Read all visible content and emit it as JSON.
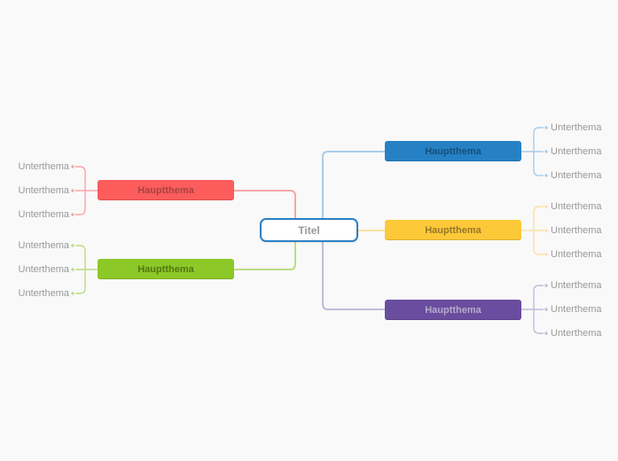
{
  "canvas": {
    "background_color": "#f9f9f9"
  },
  "root": {
    "label": "Titel",
    "border_color": "#2b7fc3",
    "fill_color": "#ffffff",
    "text_color": "#999999"
  },
  "subtopic_text_color": "#999999",
  "branches": [
    {
      "id": "red",
      "label": "Hauptthema",
      "side": "left",
      "color": "#fc5c5c",
      "text_color": "#a64444",
      "line_color": "#f7a6a8",
      "subtopics": [
        "Unterthema",
        "Unterthema",
        "Unterthema"
      ]
    },
    {
      "id": "green",
      "label": "Hauptthema",
      "side": "left",
      "color": "#8cc827",
      "text_color": "#527713",
      "line_color": "#bcdc85",
      "subtopics": [
        "Unterthema",
        "Unterthema",
        "Unterthema"
      ]
    },
    {
      "id": "blue",
      "label": "Hauptthema",
      "side": "right",
      "color": "#2581c4",
      "text_color": "#17507c",
      "line_color": "#a9cce9",
      "subtopics": [
        "Unterthema",
        "Unterthema",
        "Unterthema"
      ]
    },
    {
      "id": "yellow",
      "label": "Hauptthema",
      "side": "right",
      "color": "#fdc938",
      "text_color": "#96782a",
      "line_color": "#fbe2a2",
      "subtopics": [
        "Unterthema",
        "Unterthema",
        "Unterthema"
      ]
    },
    {
      "id": "purple",
      "label": "Hauptthema",
      "side": "right",
      "color": "#6a4d9e",
      "text_color": "#b6aacd",
      "line_color": "#c4b9d8",
      "subtopics": [
        "Unterthema",
        "Unterthema",
        "Unterthema"
      ]
    }
  ]
}
